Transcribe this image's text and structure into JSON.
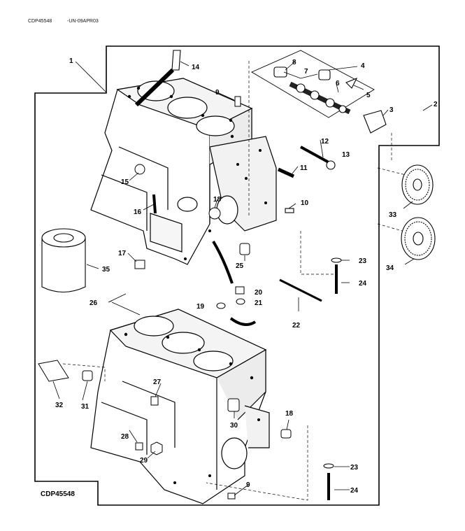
{
  "header": {
    "code": "CDP45548",
    "date_code": "-UN-09APR03"
  },
  "footer": {
    "code": "CDP45548"
  },
  "callouts": [
    "1",
    "2",
    "3",
    "4",
    "5",
    "6",
    "7",
    "8",
    "9",
    "10",
    "11",
    "12",
    "13",
    "14",
    "15",
    "16",
    "17",
    "18",
    "19",
    "20",
    "21",
    "22",
    "23",
    "24",
    "25",
    "26",
    "27",
    "28",
    "29",
    "30",
    "31",
    "32",
    "33",
    "34",
    "35"
  ]
}
